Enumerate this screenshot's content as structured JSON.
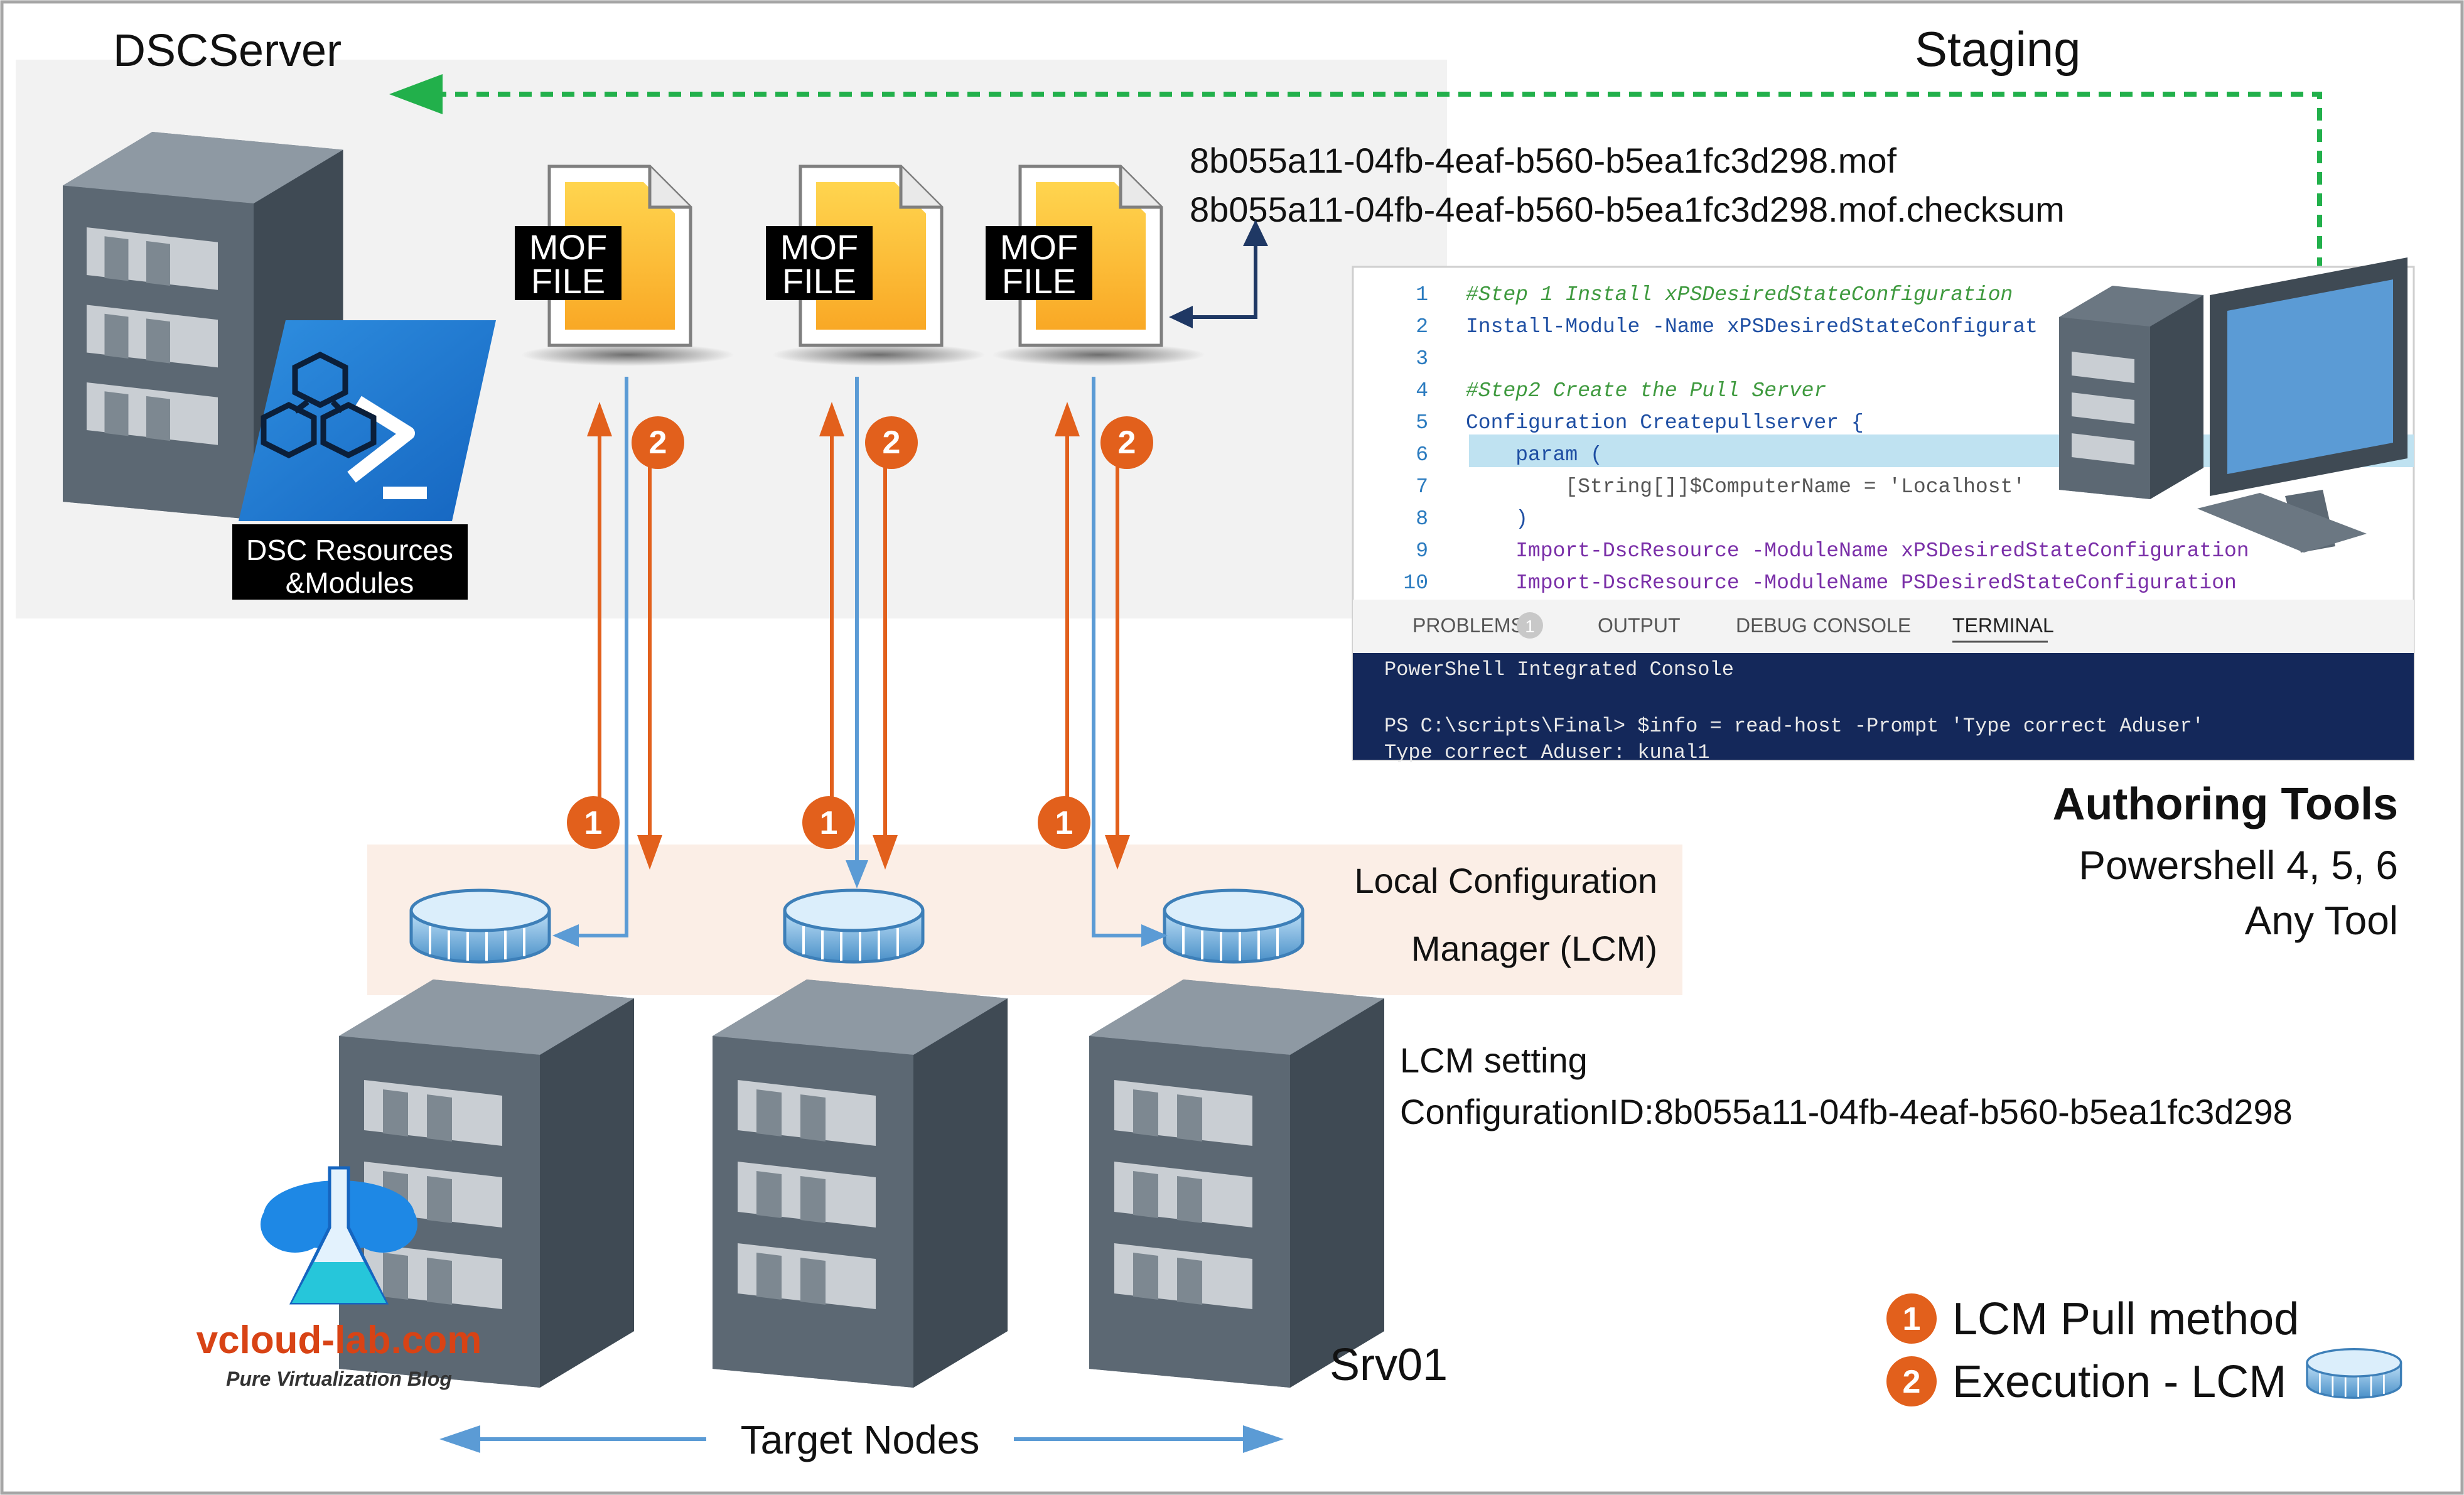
{
  "colors": {
    "orange": "#e2601c",
    "blue": "#5b9bd5",
    "navy": "#1f3864",
    "green_dashed": "#22b04b",
    "server_dark": "#3f4a54",
    "server_mid": "#6b7782",
    "file_yellow": "#fbc02d",
    "ps_blue": "#2a7fd4",
    "lcm_band": "#fbeee6",
    "terminal_bg": "#14285a"
  },
  "labels": {
    "dsc_server": "DSCServer",
    "staging": "Staging",
    "mof_line1": "MOF",
    "mof_line2": "FILE",
    "mof_filename": "8b055a11-04fb-4eaf-b560-b5ea1fc3d298.mof",
    "checksum_filename": "8b055a11-04fb-4eaf-b560-b5ea1fc3d298.mof.checksum",
    "dsc_resources_line1": "DSC Resources",
    "dsc_resources_line2": "&Modules",
    "lcm_line1": "Local Configuration",
    "lcm_line2": "Manager (LCM)",
    "lcm_setting_line1": "LCM setting",
    "lcm_setting_line2": "ConfigurationID:8b055a11-04fb-4eaf-b560-b5ea1fc3d298",
    "authoring_title": "Authoring Tools",
    "authoring_line1": "Powershell 4, 5, 6",
    "authoring_line2": "Any Tool",
    "srv01": "Srv01",
    "target_nodes": "Target Nodes",
    "step1_badge": "1",
    "step2_badge": "2",
    "legend_step1": "LCM Pull method",
    "legend_step2": "Execution - LCM",
    "logo_main": "vcloud-lab.com",
    "logo_sub": "Pure Virtualization Blog"
  },
  "editor": {
    "lines": [
      {
        "num": "1",
        "text": "#Step 1 Install xPSDesiredStateConfiguration"
      },
      {
        "num": "2",
        "text": "Install-Module -Name xPSDesiredStateConfigurat"
      },
      {
        "num": "3",
        "text": ""
      },
      {
        "num": "4",
        "text": "#Step2 Create the Pull Server"
      },
      {
        "num": "5",
        "text": "Configuration Createpullserver {"
      },
      {
        "num": "6",
        "text": "    param ("
      },
      {
        "num": "7",
        "text": "        [String[]]$ComputerName = 'Localhost'"
      },
      {
        "num": "8",
        "text": "    )"
      },
      {
        "num": "9",
        "text": "    Import-DscResource -ModuleName xPSDesiredStateConfiguration"
      },
      {
        "num": "10",
        "text": "    Import-DscResource -ModuleName PSDesiredStateConfiguration"
      }
    ],
    "tabs": [
      "PROBLEMS",
      "OUTPUT",
      "DEBUG CONSOLE",
      "TERMINAL"
    ],
    "problems_count": "1",
    "terminal_lines": [
      "PowerShell Integrated Console",
      "PS C:\\scripts\\Final> $info = read-host -Prompt 'Type correct Aduser'",
      "Type correct Aduser: kunal1"
    ]
  }
}
